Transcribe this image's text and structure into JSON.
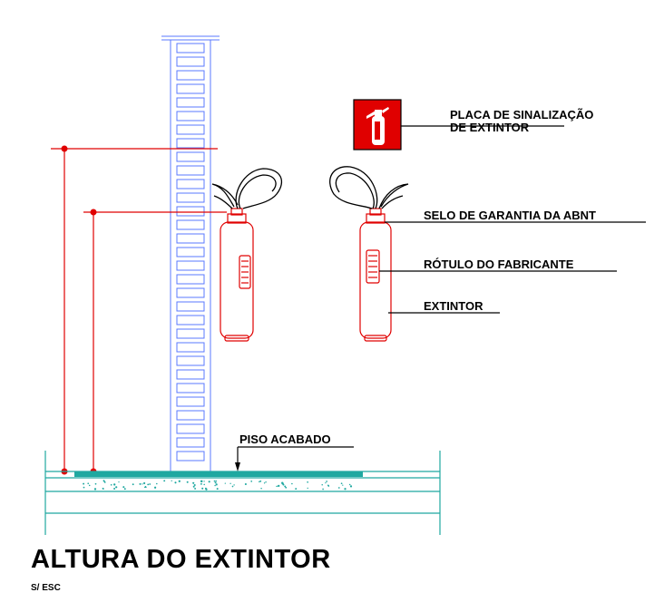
{
  "labels": {
    "placa_line1": "PLACA DE SINALIZAÇÃO",
    "placa_line2": "DE EXTINTOR",
    "selo": "SELO DE GARANTIA DA ABNT",
    "rotulo": "RÓTULO DO FABRICANTE",
    "extintor": "EXTINTOR",
    "piso": "PISO ACABADO"
  },
  "title": "ALTURA DO EXTINTOR",
  "subtitle": "S/ ESC",
  "colors": {
    "wall": "#5a78ff",
    "extinguisher": "#e00000",
    "dimension": "#e00000",
    "floor": "#1fa8a0",
    "text": "#000000"
  }
}
